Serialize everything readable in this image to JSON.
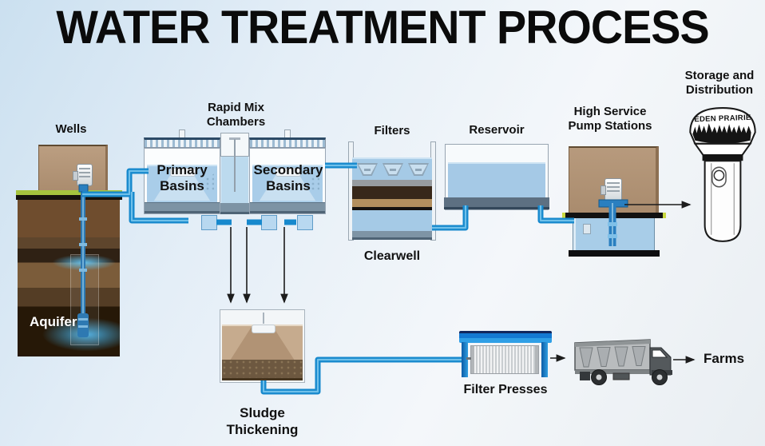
{
  "title": "WATER TREATMENT PROCESS",
  "colors": {
    "background": "#d9e8f4",
    "pipe_blue": "#1789cd",
    "water_blue": "#a9cde9",
    "building_tan": "#b2937a",
    "sludge_tan": "#c6ab8e",
    "press_blue": "#1479d2",
    "soil_brown": "#6f4d2e",
    "aquifer_glow": "#46b4e8",
    "grass_green": "#a6c43e"
  },
  "stages": {
    "wells": {
      "label": "Wells",
      "aquifer_label": "Aquifer"
    },
    "rapid_mix": {
      "label": "Rapid Mix Chambers",
      "primary_label": "Primary Basins",
      "secondary_label": "Secondary Basins"
    },
    "filters": {
      "label": "Filters",
      "clearwell_label": "Clearwell"
    },
    "reservoir": {
      "label": "Reservoir"
    },
    "pump_stations": {
      "label": "High Service Pump Stations"
    },
    "storage": {
      "label": "Storage and Distribution",
      "tower_text": "EDEN PRAIRIE"
    },
    "sludge": {
      "label": "Sludge Thickening"
    },
    "filter_presses": {
      "label": "Filter Presses"
    },
    "farms": {
      "label": "Farms"
    }
  }
}
